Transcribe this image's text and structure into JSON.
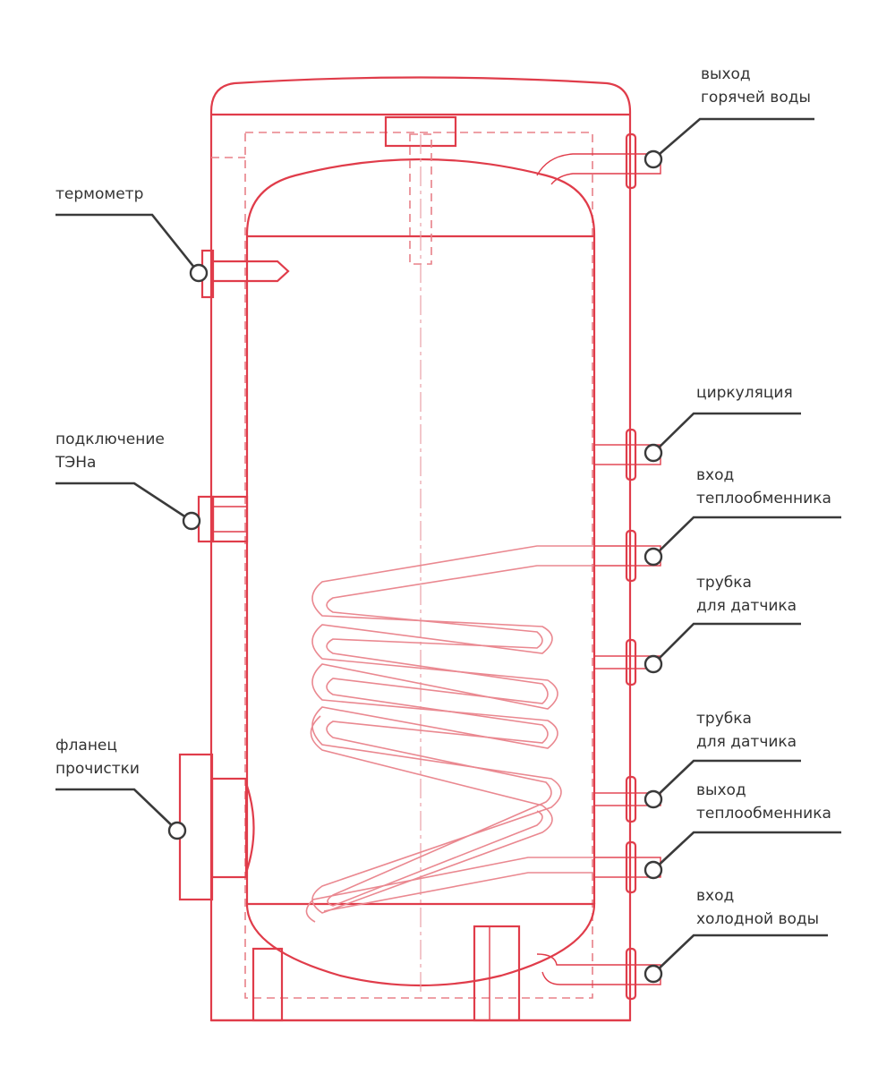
{
  "labels": {
    "hot_out": [
      "выход",
      "горячей воды"
    ],
    "circulation": [
      "циркуляция"
    ],
    "hx_in": [
      "вход",
      "теплообменника"
    ],
    "sensor_1": [
      "трубка",
      "для датчика"
    ],
    "sensor_2": [
      "трубка",
      "для датчика"
    ],
    "hx_out": [
      "выход",
      "теплообменника"
    ],
    "cold_in": [
      "вход",
      "холодной воды"
    ],
    "thermometer": [
      "термометр"
    ],
    "heater": [
      "подключение",
      "ТЭНа"
    ],
    "flange": [
      "фланец",
      "прочистки"
    ]
  },
  "colors": {
    "drawing": "#e03c4a",
    "leader": "#3a3a3a",
    "text": "#333333"
  }
}
